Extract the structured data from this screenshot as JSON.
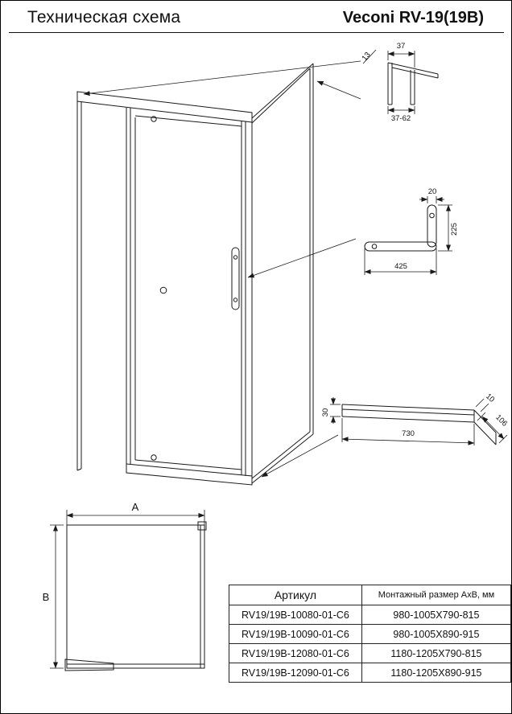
{
  "page": {
    "title": "Техническая схема",
    "model": "Veconi RV-19(19B)"
  },
  "dimensions": {
    "profile_detail": {
      "d13": "13",
      "d37": "37",
      "d37_62": "37-62"
    },
    "handle_detail": {
      "d20": "20",
      "d225": "225",
      "d425": "425"
    },
    "tray_detail": {
      "d30": "30",
      "d730": "730",
      "d10": "10",
      "d106": "106"
    },
    "plan": {
      "width": "A",
      "depth": "B"
    }
  },
  "table": {
    "headers": [
      "Артикул",
      "Монтажный размер АхВ, мм"
    ],
    "rows": [
      [
        "RV19/19B-10080-01-C6",
        "980-1005X790-815"
      ],
      [
        "RV19/19B-10090-01-C6",
        "980-1005X890-915"
      ],
      [
        "RV19/19B-12080-01-C6",
        "1180-1205X790-815"
      ],
      [
        "RV19/19B-12090-01-C6",
        "1180-1205X890-915"
      ]
    ]
  }
}
